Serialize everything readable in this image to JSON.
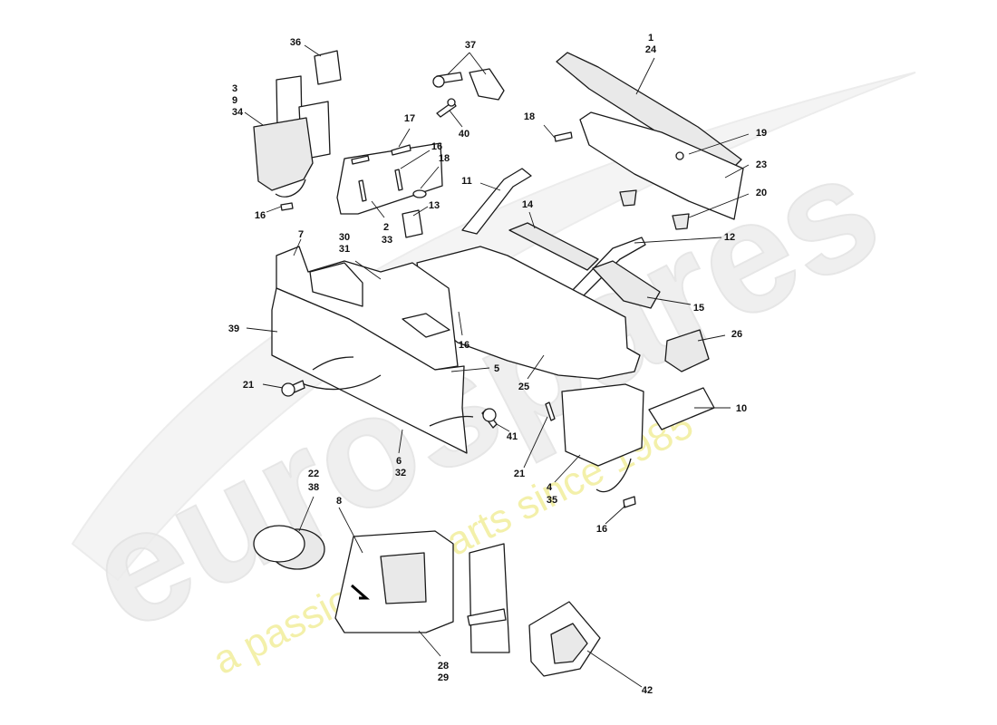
{
  "watermark": {
    "brand": "eurospares",
    "tagline": "a passion for parts since 1985",
    "brand_color": "#e6e6e6",
    "tagline_color": "#f0ea8a"
  },
  "callouts": [
    {
      "id": "1-24",
      "lines": [
        "1",
        "24"
      ]
    },
    {
      "id": "36",
      "lines": [
        "36"
      ]
    },
    {
      "id": "37",
      "lines": [
        "37"
      ]
    },
    {
      "id": "3-9-34",
      "lines": [
        "3",
        "9",
        "34"
      ]
    },
    {
      "id": "40",
      "lines": [
        "40"
      ]
    },
    {
      "id": "17",
      "lines": [
        "17"
      ]
    },
    {
      "id": "18a",
      "lines": [
        "18"
      ]
    },
    {
      "id": "16a",
      "lines": [
        "16"
      ]
    },
    {
      "id": "18b",
      "lines": [
        "18"
      ]
    },
    {
      "id": "19",
      "lines": [
        "19"
      ]
    },
    {
      "id": "23",
      "lines": [
        "23"
      ]
    },
    {
      "id": "20",
      "lines": [
        "20"
      ]
    },
    {
      "id": "11",
      "lines": [
        "11"
      ]
    },
    {
      "id": "14",
      "lines": [
        "14"
      ]
    },
    {
      "id": "13",
      "lines": [
        "13"
      ]
    },
    {
      "id": "16b",
      "lines": [
        "16"
      ]
    },
    {
      "id": "2-33",
      "lines": [
        "2",
        "33"
      ]
    },
    {
      "id": "12",
      "lines": [
        "12"
      ]
    },
    {
      "id": "7",
      "lines": [
        "7"
      ]
    },
    {
      "id": "30-31",
      "lines": [
        "30",
        "31"
      ]
    },
    {
      "id": "15",
      "lines": [
        "15"
      ]
    },
    {
      "id": "39",
      "lines": [
        "39"
      ]
    },
    {
      "id": "16c",
      "lines": [
        "16"
      ]
    },
    {
      "id": "26",
      "lines": [
        "26"
      ]
    },
    {
      "id": "5",
      "lines": [
        "5"
      ]
    },
    {
      "id": "21a",
      "lines": [
        "21"
      ]
    },
    {
      "id": "25",
      "lines": [
        "25"
      ]
    },
    {
      "id": "10",
      "lines": [
        "10"
      ]
    },
    {
      "id": "41",
      "lines": [
        "41"
      ]
    },
    {
      "id": "21b",
      "lines": [
        "21"
      ]
    },
    {
      "id": "6-32",
      "lines": [
        "6",
        "32"
      ]
    },
    {
      "id": "22-38",
      "lines": [
        "22",
        "38"
      ]
    },
    {
      "id": "4-35",
      "lines": [
        "4",
        "35"
      ]
    },
    {
      "id": "8",
      "lines": [
        "8"
      ]
    },
    {
      "id": "16d",
      "lines": [
        "16"
      ]
    },
    {
      "id": "28-29",
      "lines": [
        "28",
        "29"
      ]
    },
    {
      "id": "42",
      "lines": [
        "42"
      ]
    }
  ]
}
